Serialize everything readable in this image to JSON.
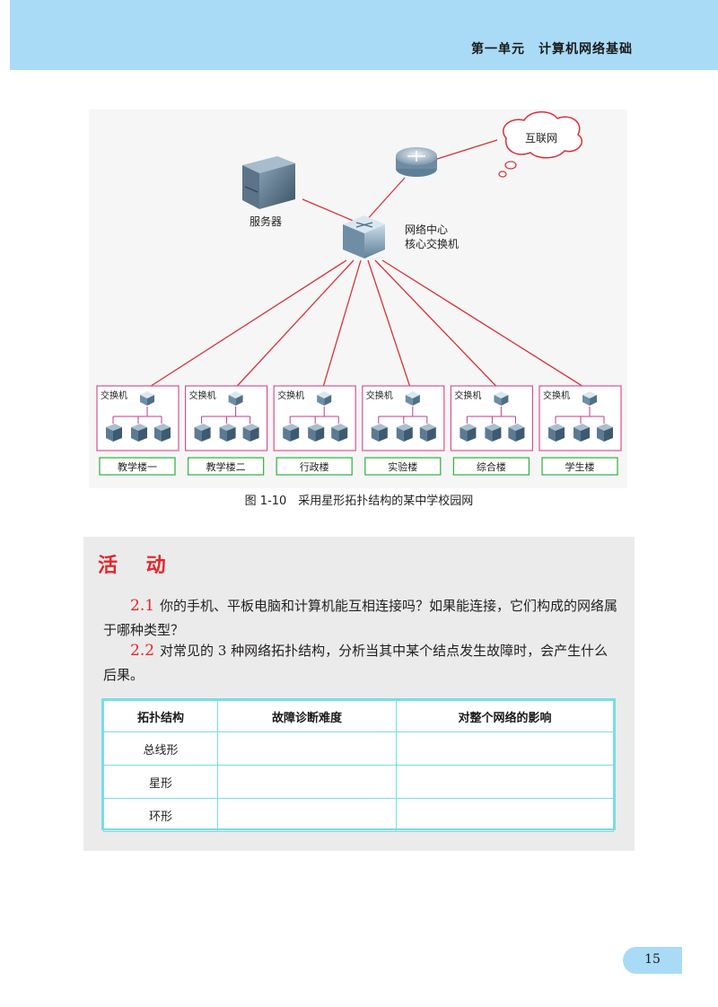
{
  "header": {
    "title": "第一单元　计算机网络基础"
  },
  "diagram": {
    "internet_label": "互联网",
    "server_label": "服务器",
    "core_switch_label_line1": "网络中心",
    "core_switch_label_line2": "核心交换机",
    "switch_label": "交换机",
    "buildings": [
      "教学楼一",
      "教学楼二",
      "行政楼",
      "实验楼",
      "综合楼",
      "学生楼"
    ],
    "colors": {
      "link": "#d9303a",
      "group_border": "#e0508a",
      "building_border": "#3cb44a",
      "cloud_border": "#d9303a"
    }
  },
  "caption": "图 1-10　采用星形拓扑结构的某中学校园网",
  "activity": {
    "title": "活 动",
    "q1_num": "2.1",
    "q1_text": "你的手机、平板电脑和计算机能互相连接吗？如果能连接，它们构成的网络属于哪种类型？",
    "q2_num": "2.2",
    "q2_text": "对常见的 3 种网络拓扑结构，分析当其中某个结点发生故障时，会产生什么后果。",
    "table": {
      "headers": [
        "拓扑结构",
        "故障诊断难度",
        "对整个网络的影响"
      ],
      "rows": [
        [
          "总线形",
          "",
          ""
        ],
        [
          "星形",
          "",
          ""
        ],
        [
          "环形",
          "",
          ""
        ]
      ]
    }
  },
  "page_number": "15"
}
